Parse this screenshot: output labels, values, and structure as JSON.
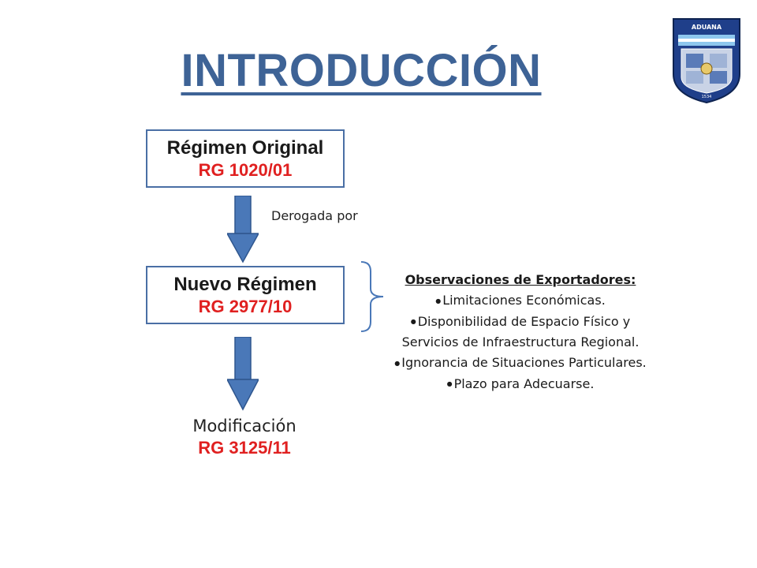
{
  "title": "INTRODUCCIÓN",
  "logo": {
    "text": "ADUANA",
    "year": "1534"
  },
  "box1": {
    "heading": "Régimen Original",
    "code": "RG 1020/01"
  },
  "edge_label": "Derogada por",
  "box2": {
    "heading": "Nuevo Régimen",
    "code": "RG 2977/10"
  },
  "box3": {
    "heading": "Modificación",
    "code": "RG 3125/11"
  },
  "observations": {
    "title": "Observaciones de Exportadores:",
    "items": [
      "Limitaciones Económicas.",
      "Disponibilidad de Espacio Físico y Servicios de Infraestructura Regional.",
      "Ignorancia de Situaciones Particulares.",
      "Plazo para Adecuarse."
    ]
  },
  "colors": {
    "title": "#3E6396",
    "code": "#E02020",
    "arrow": "#4A78B8",
    "box_border": "#4A6FA5"
  }
}
